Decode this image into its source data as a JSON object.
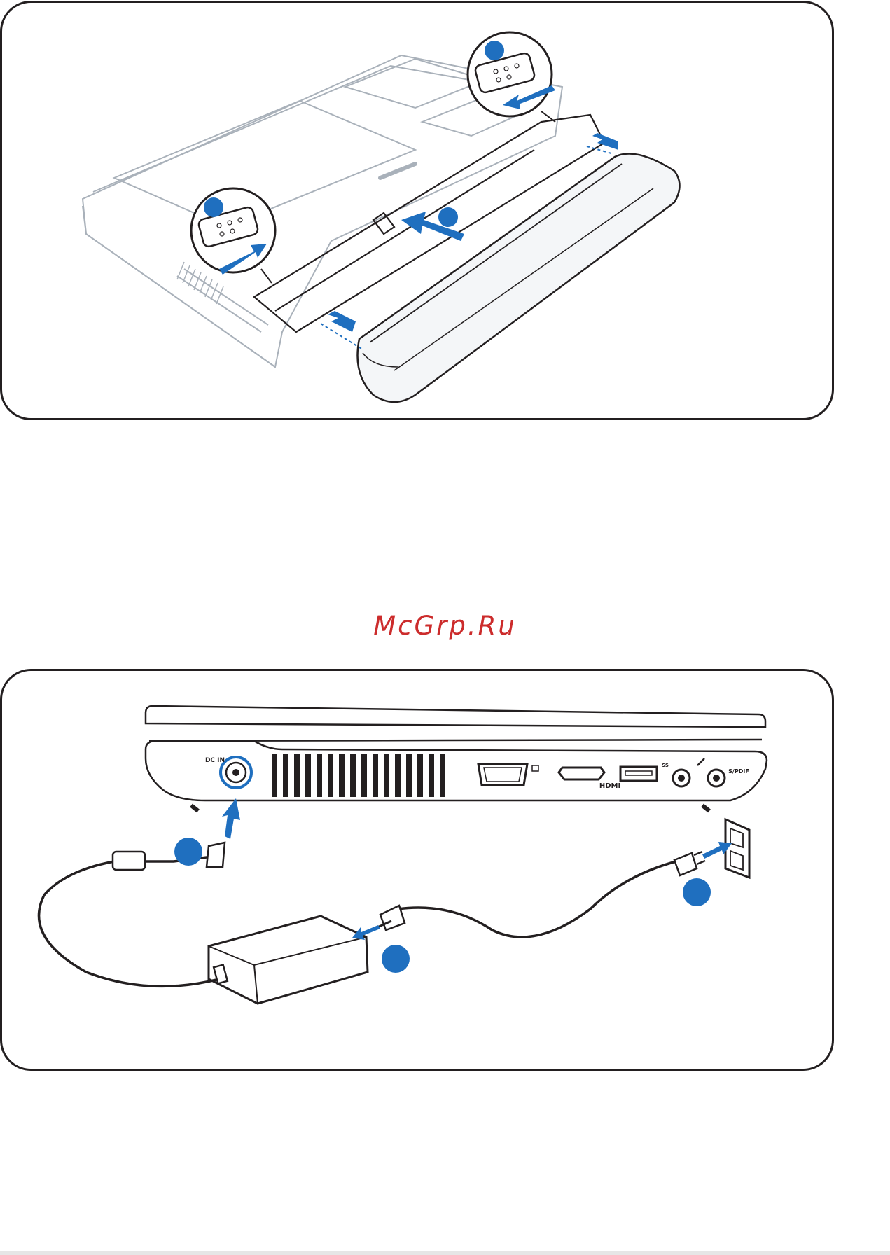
{
  "watermark": "McGrp.Ru",
  "colors": {
    "accent_blue": "#1f6fbf",
    "line": "#9aa3ad",
    "dark_line": "#231f20",
    "watermark_red": "#cc2c2c"
  },
  "top_panel": {
    "callouts": [
      {
        "number": ""
      },
      {
        "number": ""
      },
      {
        "number": ""
      }
    ]
  },
  "bottom_panel": {
    "port_labels": {
      "dc_in": "DC IN",
      "hdmi": "HDMI",
      "spdif": "S/PDIF",
      "usb": "SS"
    },
    "callouts": [
      {
        "number": ""
      },
      {
        "number": ""
      },
      {
        "number": ""
      }
    ]
  }
}
